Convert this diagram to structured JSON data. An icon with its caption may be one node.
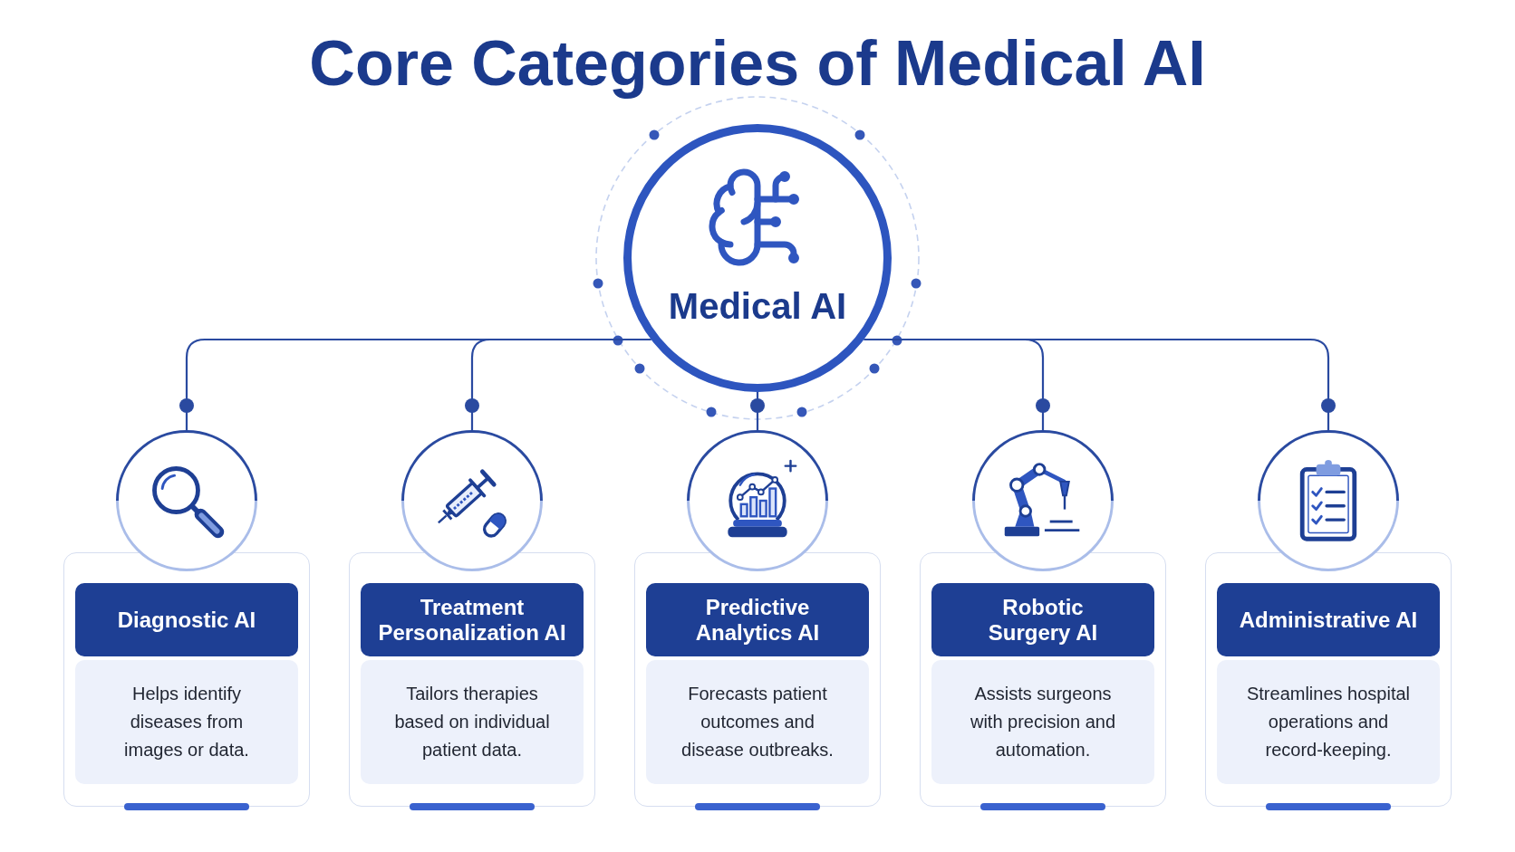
{
  "diagram": {
    "title": "Core Categories of Medical AI",
    "nodes": [
      {
        "text": [
          "Medical AI"
        ]
      },
      {
        "text": [],
        "shape": "circle"
      },
      {
        "text": [
          "Diagnostic AI",
          "Helps identify diseases from images or data."
        ]
      },
      {
        "text": [],
        "shape": "circle"
      },
      {
        "text": [
          "Treatment Personalization AI",
          "Tailors therapies based on individual patient data."
        ]
      },
      {
        "text": [],
        "shape": "circle"
      },
      {
        "text": [
          "Predictive Analytics AI",
          "Forecasts patient outcomes and disease outbreaks."
        ]
      },
      {
        "text": [],
        "shape": "circle"
      },
      {
        "text": [
          "Robotic Surgery AI",
          "Assists surgeons with precision and automation."
        ]
      },
      {
        "text": [],
        "shape": "circle"
      },
      {
        "text": [
          "Administrative AI",
          "Streamlines hospital operations and record-keeping."
        ]
      }
    ],
    "edges": [
      {
        "from": 0,
        "to": 1,
        "arrow": "none"
      },
      {
        "from": 0,
        "to": 3,
        "arrow": "none"
      },
      {
        "from": 0,
        "to": 5,
        "arrow": "none"
      },
      {
        "from": 0,
        "to": 7,
        "arrow": "none"
      },
      {
        "from": 0,
        "to": 9,
        "arrow": "none"
      }
    ]
  }
}
